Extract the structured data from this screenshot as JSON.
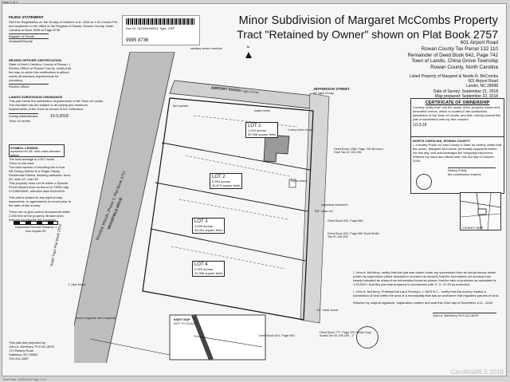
{
  "header": {
    "left": "Page 1 of 1",
    "right": ""
  },
  "title": {
    "line1": "Minor Subdivision of Margaret McCombs Property",
    "line2": "Tract \"Retained by Owner\" shown on Plat Book 2757"
  },
  "property": {
    "address": "601 Airport Road",
    "parcel": "Rowan County Tax Parcel 132 110",
    "deed": "Remainder of Deed Book 642, Page 742",
    "town": "Town of Landis, China Grove Township",
    "county": "Rowan County, North Carolina"
  },
  "owner": {
    "line1": "Listed Property of Margaret & Nestle R. McCombs",
    "line2": "601 Airport Road",
    "line3": "Landis, NC 28088",
    "survey_date": "Date of Survey: September 21, 2018",
    "map_date": "Map prepared: September 22, 2018"
  },
  "stamp": {
    "book": "9995  8736"
  },
  "filing": {
    "title": "FILING STATEMENT",
    "text": "Filed for Registration on the 26 day of October, A.D. 2018 at 1:32 o'clock P.M., and registered in the office of the Register of Deeds, Rowan County, North Carolina in Book 9995 at Page 8736",
    "sign": "Register of Deeds",
    "sign2": "Assistant/Deputy"
  },
  "review": {
    "title": "REVIEW OFFICER CERTIFICATION",
    "text": "State of North Carolina, County of Rowan. I, Review Officer of Rowan County, certify that the map to which this certification is affixed meets all statutory requirements for recording.",
    "sign": "Review Officer",
    "date": "Date"
  },
  "landis": {
    "title": "LANDIS SUBDIVISION ORDINANCE",
    "text": "This plat meets the subdivision requirements of the Town of Landis. The resultant lots are subject to all zoning and minimum requirements of the Town as shown in the Ordinance.",
    "sign": "Zoning Administrator",
    "date": "10-3-2018",
    "town": "Town of Landis"
  },
  "legend": {
    "title": "SYMBOL LEGEND",
    "item": "represents iron 5/8\" rebar unless otherwise labeled"
  },
  "notes": {
    "n1": "The total acreage is 3.617 acres.",
    "n2": "There is one tract.",
    "n3": "The total number of resulting lots is four.",
    "n4": "R8 Zoning District is a Single Family Residential District. Building setbacks: front-40', side-10', rear-35'.",
    "n5": "This property does not lie within a Special Flood Hazard Area as found on FIRM map 3710561600K, effective date 6/16/2009.",
    "n6": "This plat is subject to any right-of-way, easements, or agreements of record prior to the date of this survey.",
    "n7": "There are no grid control monuments within 2,000 feet of the property. Broken lines indicate boundaries not surveyed."
  },
  "ownership": {
    "title": "CERTIFICATE OF OWNERSHIP",
    "text": "I hereby certify that I am the owner of the property shown and described hereon, which is located in the subdivision jurisdiction of the Town of Landis, and that I hereby submit this plat of subdivision with my free consent.",
    "date": "10-3-18"
  },
  "notary": {
    "title": "NORTH CAROLINA, ROWAN COUNTY",
    "text": "I, a Notary Public for said County & State do hereby certify that the owner, Margaret McCombs, personally appeared before me this day, and acknowledged the foregoing instrument. Witness my hand and official seal, this 3rd day of October, 2018.",
    "sign": "Notary Public",
    "expires": "My commission expires"
  },
  "lots": [
    {
      "name": "LOT 1",
      "area1": "1.200 acreas",
      "area2": "52,098 square feets"
    },
    {
      "name": "LOT 2",
      "area1": "0.934 acreas",
      "area2": "40,674 square feets"
    },
    {
      "name": "LOT 3",
      "area1": "0.828 acreas",
      "area2": "36,051 square feets"
    },
    {
      "name": "LOT 4",
      "area1": "0.925 acreas",
      "area2": "40,306 square feets"
    }
  ],
  "roads": {
    "airport": "AIRPORT ROAD",
    "airport_sub": "45' right-of-way",
    "jefferson": "JEFFERSON STREET",
    "jefferson_sub": "45' right-of-way",
    "woodfield": "WOODFIELD DRIVE",
    "phase1": "Meadow Woods, Phase 1, Plat Book 2757",
    "phase2": "North Tract Plat Book 2014"
  },
  "labels": {
    "scale": "Horizontal Ground Distance 1 inch equals 50'",
    "vicinity": "VICINITY MAP",
    "vicinity_scale": "NOT TO SCALE",
    "inset": "INSET MAP",
    "inset_scale": "NOT TO SCALE",
    "north": "N",
    "deed1": "Deed Book 1288, Page 796  Bronson Hunt  Tax ID 106 256",
    "deed2": "Deed Book 624, Page 660",
    "deed3": "Deed Book 624, Page 660  Scott Mullis  Tax ID 106 005",
    "deed4": "Deed Book 777, Page 579  Phillip Gary Austin  Tax ID 106 160 - 2",
    "deed5": "Deed Book 624, Page 660",
    "building": "1 story brick house",
    "shed": "frame shed",
    "firehydrant": "fire hydrant",
    "manhole": "sanitary sewer manhole",
    "watermeter": "water meter",
    "easement": "perpetual easement",
    "rebar1": "5/8\" rebar set",
    "rebar2": "1/2\" rebar found",
    "pipe": "1\" pipe found",
    "magnail": "found magnetic nail in asphalt"
  },
  "surveyor": {
    "title": "This plat was prepared by:",
    "name": "John A. McHenry, PLS  NC-3676",
    "addr1": "170 Rainey Road",
    "addr2": "Salisbury, NC 28081",
    "phone": "704-431-2887"
  },
  "certification": {
    "p1": "I, John A. McHenry, certify that this plat was drawn under my supervision from an actual survey made under my supervision (deed description recorded as shown); that the boundaries not surveyed are clearly indicated as drawn from information found as shown; that the ratio of precision as calculated is 1:10,000+; that this plat was prepared in accordance with G. S. 47-30 as amended.",
    "p2": "I, John A. McHenry, Professional Land Surveyor, L-3676 N.C., certify that this survey creates a subdivision of land within the area of a municipality that has an ordinance that regulates parcels of land.",
    "p3": "Witness my original signature, registration number and seal this 22nd day of November, A.D., 2018",
    "sign": "John A. McHenry, PLS  NC-3676"
  },
  "footer": {
    "text": "Scan Date: 10/26/2018   Page 1 of 1",
    "mls": "CarolinaMLS 2018"
  }
}
